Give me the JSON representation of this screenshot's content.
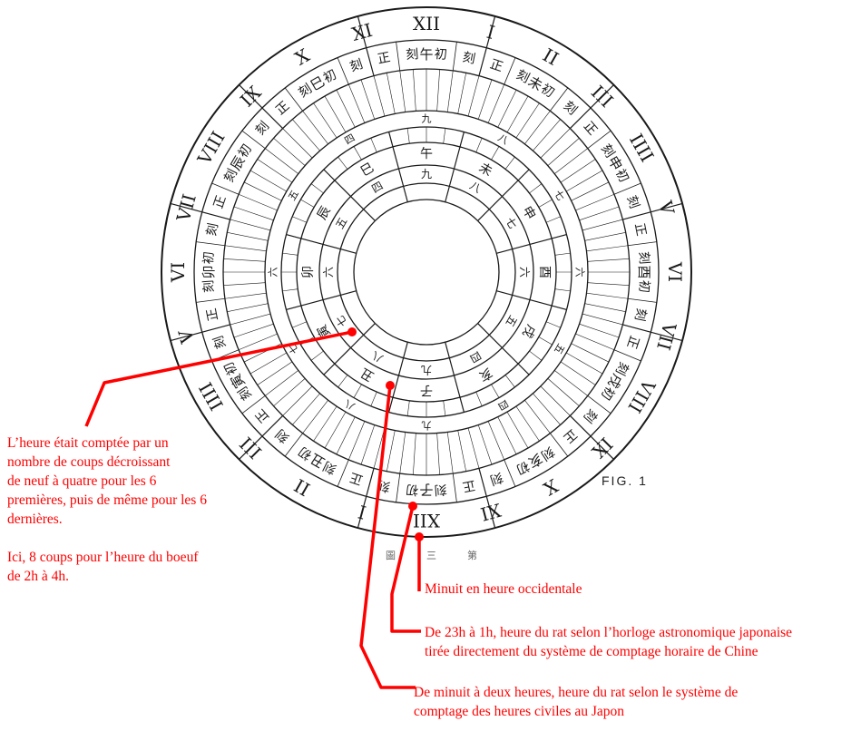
{
  "diagram": {
    "figure_label": "FIG. 1",
    "caption_chars": [
      "圖",
      "三",
      "第"
    ],
    "roman_numerals": [
      "XII",
      "I",
      "II",
      "III",
      "IIII",
      "V",
      "VI",
      "VII",
      "VIII",
      "IX",
      "X",
      "XI",
      "XII",
      "I",
      "II",
      "III",
      "IIII",
      "V",
      "VI",
      "VII",
      "VIII",
      "IX",
      "X",
      "XI"
    ],
    "branches": [
      "午",
      "未",
      "申",
      "酉",
      "戌",
      "亥",
      "子",
      "丑",
      "寅",
      "卯",
      "辰",
      "巳"
    ],
    "koku_labels": [
      "初",
      "刻",
      "正",
      "刻"
    ],
    "strike_counts": [
      "九",
      "八",
      "七",
      "六",
      "五",
      "四",
      "九",
      "八",
      "七",
      "六",
      "五",
      "四"
    ],
    "inner_branches": [
      "午",
      "未",
      "申",
      "酉",
      "戌",
      "亥",
      "子",
      "丑",
      "寅",
      "卯",
      "辰",
      "巳"
    ],
    "inner_counts": [
      "九",
      "八",
      "七",
      "六",
      "五",
      "四",
      "九",
      "八",
      "七",
      "六",
      "五",
      "四"
    ]
  },
  "annotations": {
    "strikes": "L’heure était comptée par un\nnombre de coups décroissant\nde neuf à quatre pour les 6\npremières, puis de même pour les 6\ndernières.\n\nIci, 8 coups pour l’heure du boeuf\nde 2h à 4h.",
    "western_midnight": "Minuit en heure occidentale",
    "astronomical_rat": "De 23h à 1h, heure du rat selon l’horloge astronomique japonaise\ntirée directement du système de comptage horaire de Chine",
    "civil_rat": "De minuit à deux heures, heure du rat selon le système de\ncomptage des heures civiles au Japon"
  },
  "colors": {
    "annotation": "#ff0000",
    "ink": "#1a1a1a"
  }
}
